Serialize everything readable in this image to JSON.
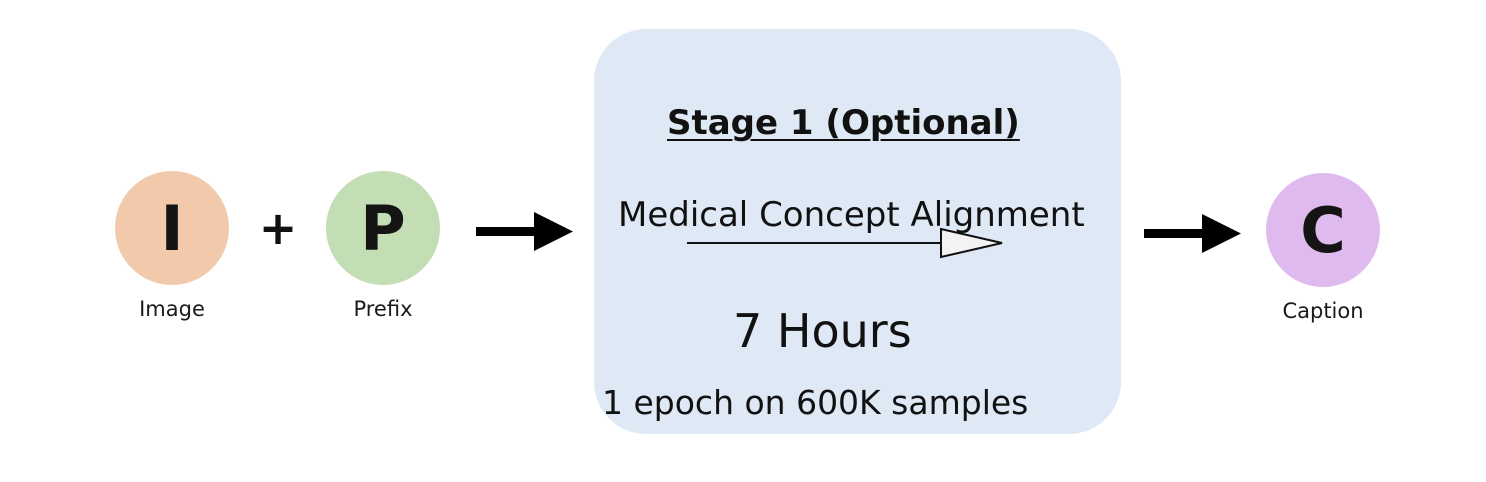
{
  "inputs": {
    "image": {
      "letter": "I",
      "label": "Image",
      "color": "#f2c9ab"
    },
    "prefix": {
      "letter": "P",
      "label": "Prefix",
      "color": "#c3ddb4"
    },
    "operator": "+"
  },
  "stage": {
    "title": "Stage 1 (Optional)",
    "task": "Medical Concept Alignment",
    "time": "7 Hours",
    "detail": "1 epoch on 600K samples",
    "box_color": "#dfe8f5"
  },
  "output": {
    "caption": {
      "letter": "C",
      "label": "Caption",
      "color": "#dfbaee"
    }
  },
  "connectors": [
    "inputs-to-stage",
    "stage-internal-progress",
    "stage-to-output"
  ]
}
